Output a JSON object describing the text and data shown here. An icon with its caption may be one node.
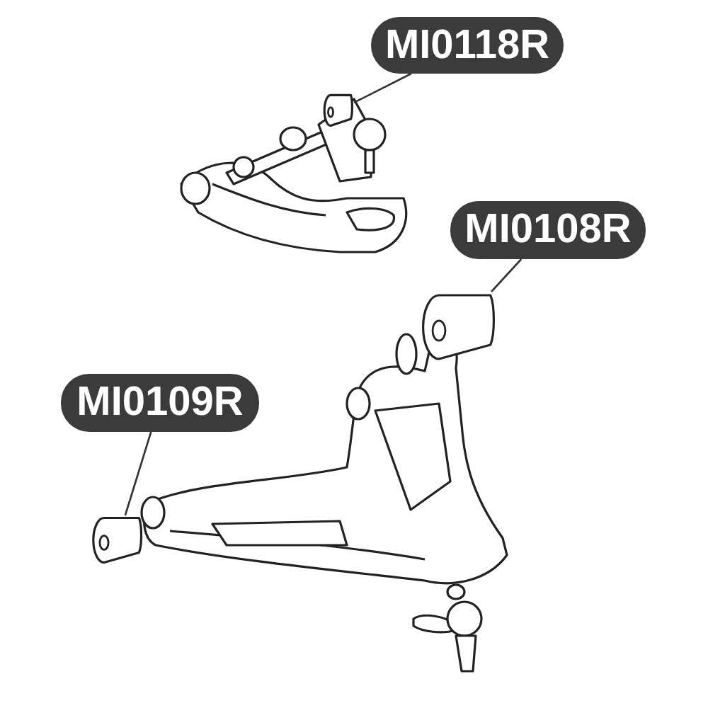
{
  "diagram": {
    "nodes": [
      {
        "text": [
          "MI0118R"
        ]
      },
      {
        "text": [],
        "shape": "picture"
      },
      {
        "text": [
          "MI0108R"
        ]
      },
      {
        "text": [],
        "shape": "picture"
      },
      {
        "text": [
          "MI0109R"
        ]
      },
      {
        "text": [],
        "shape": "picture"
      }
    ],
    "edges": [
      {
        "from": 0,
        "to": 1,
        "arrow": "none"
      },
      {
        "from": 2,
        "to": 3,
        "arrow": "none"
      },
      {
        "from": 4,
        "to": 5,
        "arrow": "none"
      }
    ]
  }
}
